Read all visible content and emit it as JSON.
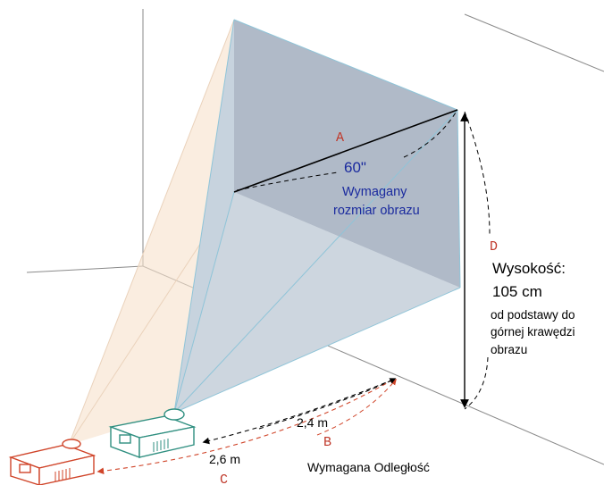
{
  "labels": {
    "A": "A",
    "B": "B",
    "C": "C",
    "D": "D"
  },
  "screen": {
    "size": "60\"",
    "size_caption_line1": "Wymagany",
    "size_caption_line2": "rozmiar obrazu"
  },
  "height": {
    "title": "Wysokość:",
    "value": "105 cm",
    "note_line1": "od podstawy do",
    "note_line2": "górnej krawędzi",
    "note_line3": "obrazu"
  },
  "distance": {
    "near_value": "2,4 m",
    "far_value": "2,6 m",
    "caption": "Wymagana Odległość"
  },
  "colors": {
    "label_red": "#c0392b",
    "caption_blue": "#1a2a9e",
    "near_projector": "#2f8f80",
    "far_projector": "#d0452a"
  }
}
